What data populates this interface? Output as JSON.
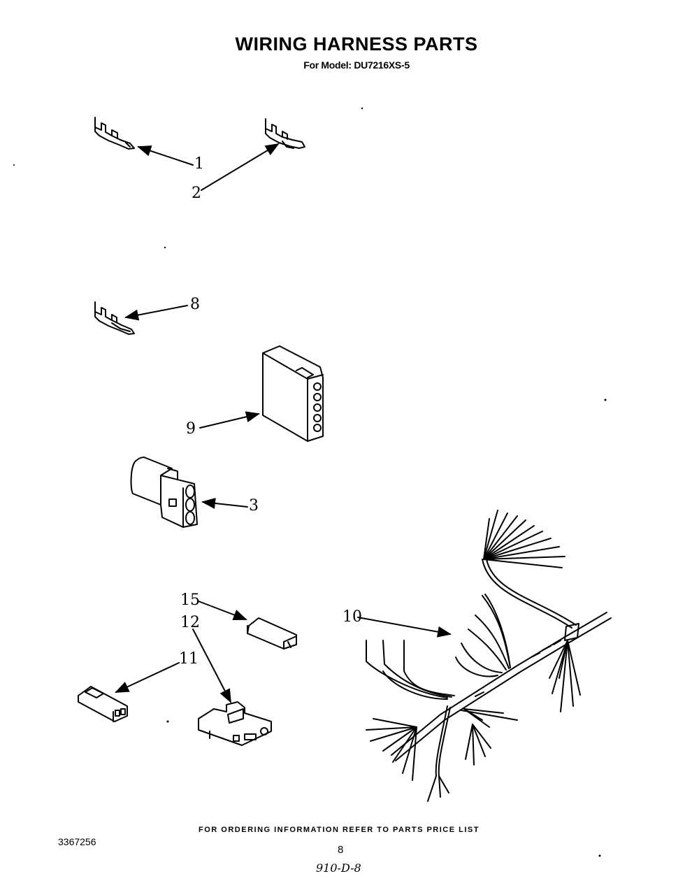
{
  "header": {
    "title": "WIRING HARNESS PARTS",
    "subtitle": "For Model: DU7216XS-5"
  },
  "callouts": {
    "c1": "1",
    "c2": "2",
    "c3": "3",
    "c8": "8",
    "c9": "9",
    "c10": "10",
    "c11": "11",
    "c12": "12",
    "c15": "15"
  },
  "footer": {
    "ordering_note": "FOR ORDERING INFORMATION REFER TO PARTS PRICE LIST",
    "doc_number": "3367256",
    "page_number": "8",
    "handwritten_note": "910-D-8"
  }
}
